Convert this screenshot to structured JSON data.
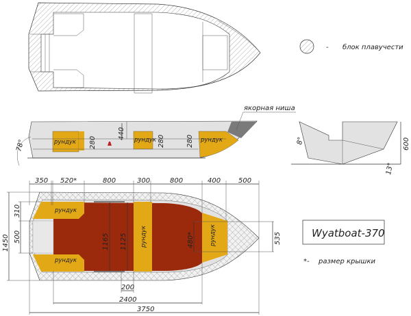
{
  "colors": {
    "storage": "#e3a816",
    "floor": "#9b2a0c",
    "hull": "#e2e2e2",
    "anchor": "#7a7a7a"
  },
  "legend": {
    "dash": "-",
    "float_block": "блок плавучести",
    "lid_note_mark": "*-",
    "lid_note": "размер крышки"
  },
  "title": "Wyatboat-370",
  "side_view": {
    "anchor_niche": "якорная ниша",
    "angle": "78°",
    "heights": [
      "280",
      "280",
      "280"
    ],
    "height_440": "440",
    "storage": "рундук"
  },
  "front_view": {
    "angle_top": "8°",
    "angle_bottom": "13°",
    "height": "600"
  },
  "plan_view": {
    "top_dims": [
      "350",
      "520*",
      "800",
      "300",
      "800",
      "400",
      "500"
    ],
    "left_dims": {
      "overall": "1450",
      "a": "310",
      "b": "500"
    },
    "bottom_dims": {
      "a": "200",
      "b": "2400",
      "c": "3750"
    },
    "inner": {
      "w1": "1165",
      "w2": "1125",
      "bow": "480*",
      "right": "535"
    },
    "storage": "рундук"
  }
}
